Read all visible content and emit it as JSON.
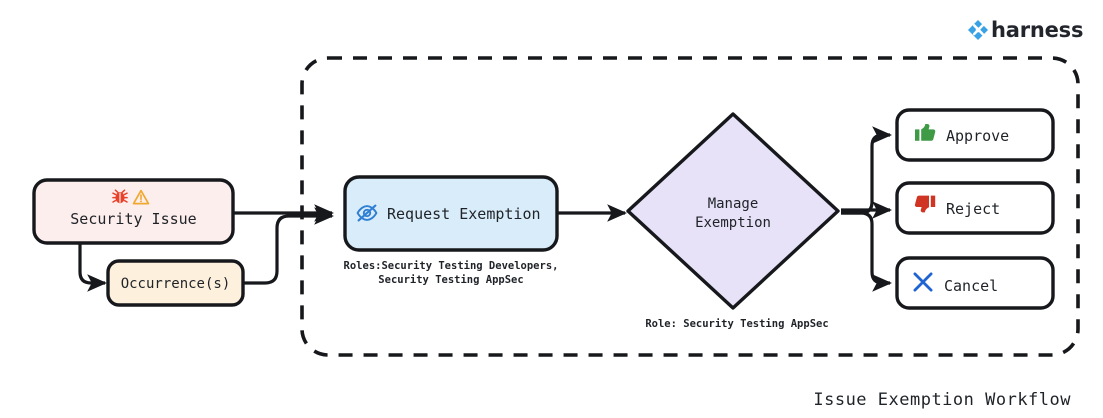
{
  "brand": {
    "name": "harness",
    "logo_icon": "harness-diamond-logo-icon",
    "logo_color": "#39a2e5"
  },
  "diagram": {
    "title": "Issue Exemption Workflow",
    "type": "flowchart",
    "region": {
      "name": "exemption-workflow-boundary",
      "style": "dashed"
    },
    "nodes": [
      {
        "id": "security-issue",
        "label": "Security Issue",
        "shape": "rounded-rect",
        "fill": "#fdeeee",
        "icons": [
          "bug-icon",
          "warning-triangle-icon"
        ],
        "icon_colors": [
          "#e8432a",
          "#f0a830"
        ]
      },
      {
        "id": "occurrences",
        "label": "Occurrence(s)",
        "shape": "rounded-rect",
        "fill": "#fdf0dc",
        "icons": [],
        "icon_colors": []
      },
      {
        "id": "request-exemption",
        "label": "Request Exemption",
        "shape": "rounded-rect",
        "fill": "#d9ecf9",
        "icons": [
          "eye-slash-icon"
        ],
        "icon_colors": [
          "#2f7fd4"
        ],
        "caption_line1": "Roles:Security Testing Developers,",
        "caption_line2": "Security Testing AppSec"
      },
      {
        "id": "manage-exemption",
        "label_line1": "Manage",
        "label_line2": "Exemption",
        "shape": "diamond",
        "fill": "#e7e2f8",
        "caption": "Role: Security Testing AppSec"
      },
      {
        "id": "approve",
        "label": "Approve",
        "shape": "rounded-rect",
        "fill": "#ffffff",
        "icons": [
          "thumbs-up-icon"
        ],
        "icon_colors": [
          "#3f9a45"
        ]
      },
      {
        "id": "reject",
        "label": "Reject",
        "shape": "rounded-rect",
        "fill": "#ffffff",
        "icons": [
          "thumbs-down-icon"
        ],
        "icon_colors": [
          "#d03523"
        ]
      },
      {
        "id": "cancel",
        "label": "Cancel",
        "shape": "rounded-rect",
        "fill": "#ffffff",
        "icons": [
          "x-mark-icon"
        ],
        "icon_colors": [
          "#1f64d0"
        ]
      }
    ],
    "edges": [
      {
        "from": "security-issue",
        "to": "occurrences"
      },
      {
        "from": "security-issue",
        "to": "request-exemption"
      },
      {
        "from": "occurrences",
        "to": "request-exemption"
      },
      {
        "from": "request-exemption",
        "to": "manage-exemption"
      },
      {
        "from": "manage-exemption",
        "to": "approve"
      },
      {
        "from": "manage-exemption",
        "to": "reject"
      },
      {
        "from": "manage-exemption",
        "to": "cancel"
      }
    ]
  }
}
